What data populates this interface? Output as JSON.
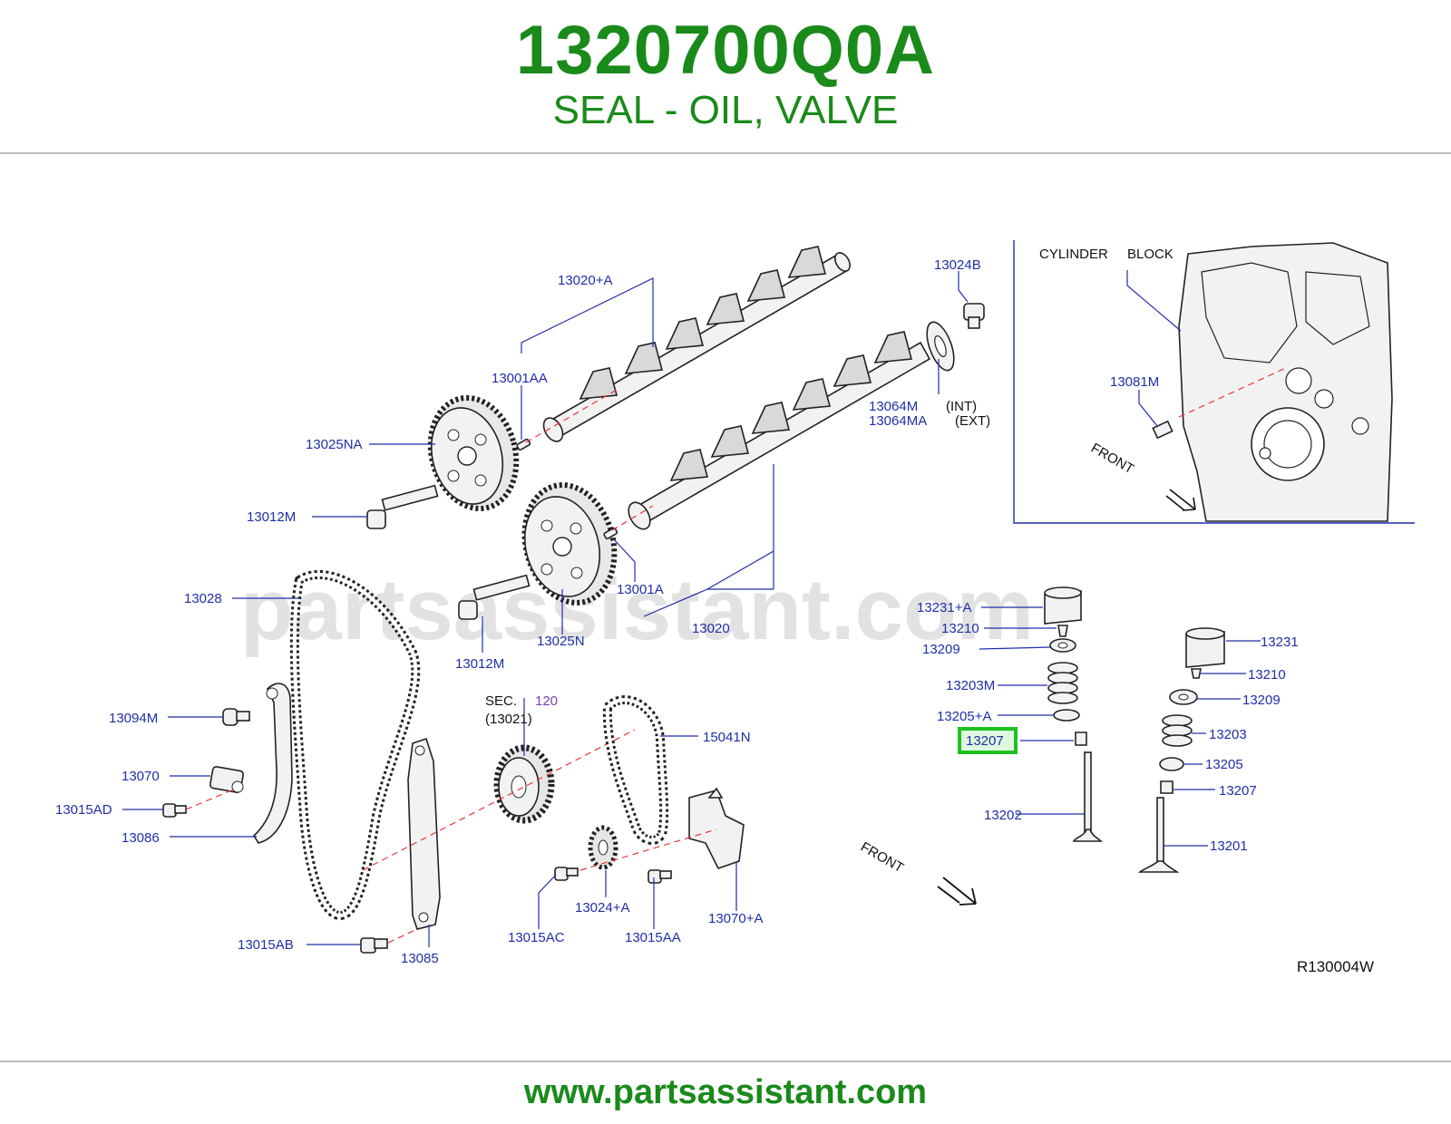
{
  "header": {
    "part_number": "1320700Q0A",
    "description": "SEAL - OIL, VALVE"
  },
  "footer": {
    "url": "www.partsassistant.com"
  },
  "diagram": {
    "watermark": "partsassistant.com",
    "drawing_code": "R130004W",
    "front_label": "FRONT",
    "inset": {
      "title_1": "CYLINDER",
      "title_2": "BLOCK",
      "front_label": "FRONT",
      "label_13081M": "13081M"
    },
    "sec_ref": {
      "sec": "SEC.",
      "num": "120",
      "sub": "(13021)"
    },
    "suffix_int": "(INT)",
    "suffix_ext": "(EXT)",
    "highlight_color": "#1ec21e",
    "labels": {
      "l_13020A": "13020+A",
      "l_13024B": "13024B",
      "l_13001AA": "13001AA",
      "l_13025NA": "13025NA",
      "l_13064M": "13064M",
      "l_13064MA": "13064MA",
      "l_13012M_a": "13012M",
      "l_13001A": "13001A",
      "l_13028": "13028",
      "l_13020": "13020",
      "l_13025N": "13025N",
      "l_13012M_b": "13012M",
      "l_13231A": "13231+A",
      "l_13210_a": "13210",
      "l_13209_a": "13209",
      "l_13203M": "13203M",
      "l_13205A": "13205+A",
      "l_13207_hl": "13207",
      "l_13202": "13202",
      "l_13231": "13231",
      "l_13210_b": "13210",
      "l_13209_b": "13209",
      "l_13203": "13203",
      "l_13205": "13205",
      "l_13207": "13207",
      "l_13201": "13201",
      "l_13094M": "13094M",
      "l_13070": "13070",
      "l_13015AD": "13015AD",
      "l_13086": "13086",
      "l_15041N": "15041N",
      "l_13024A": "13024+A",
      "l_13070A": "13070+A",
      "l_13015AC": "13015AC",
      "l_13015AA": "13015AA",
      "l_13015AB": "13015AB",
      "l_13085": "13085"
    }
  }
}
